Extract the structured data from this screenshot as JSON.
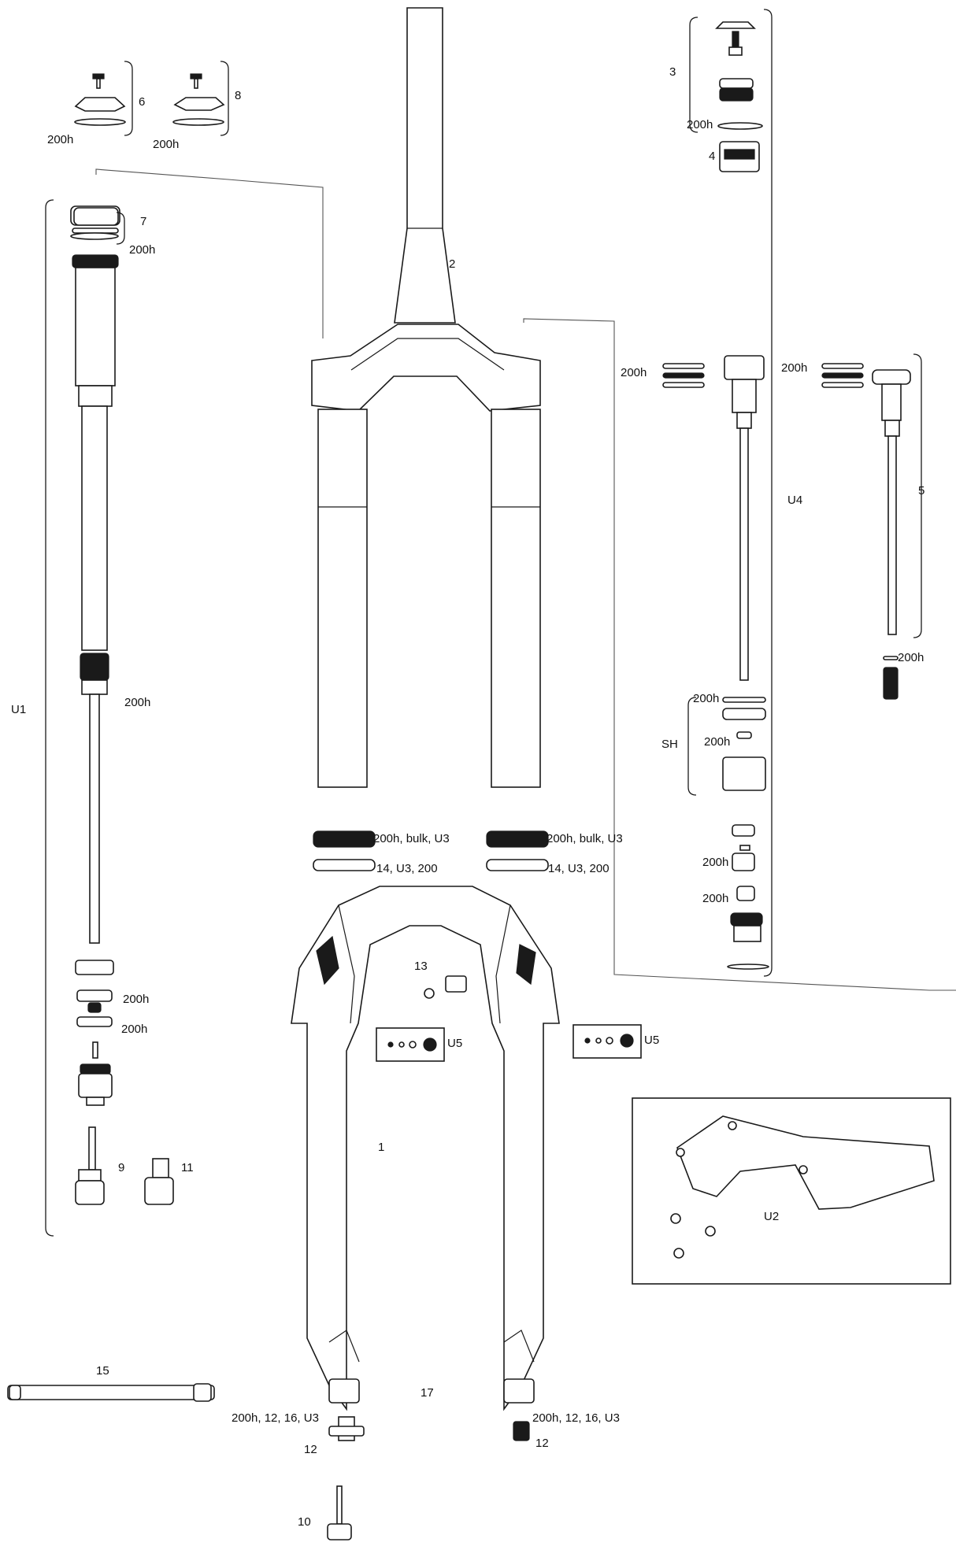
{
  "labels": {
    "n1": "1",
    "n2": "2",
    "n3": "3",
    "n4": "4",
    "n5": "5",
    "n6": "6",
    "n7": "7",
    "n8": "8",
    "n9": "9",
    "n10": "10",
    "n11": "11",
    "n12a": "12",
    "n12b": "12",
    "n13": "13",
    "n14a": "14, U3, 200",
    "n14b": "14, U3, 200",
    "n15": "15",
    "n17": "17",
    "u1": "U1",
    "u2": "U2",
    "u4": "U4",
    "u5a": "U5",
    "u5b": "U5",
    "sh": "SH",
    "h6": "200h",
    "h8": "200h",
    "h7": "200h",
    "h3": "200h",
    "hu1": "200h",
    "hd1": "200h",
    "hd2": "200h",
    "hs1": "200h",
    "hs2": "200h",
    "hu4a": "200h",
    "hsh1": "200h",
    "hsh2": "200h",
    "hb1": "200h",
    "hb2": "200h",
    "h5": "200h",
    "bulk1": "200h, bulk, U3",
    "bulk2": "200h, bulk, U3",
    "axle1": "200h, 12, 16, U3",
    "axle2": "200h, 12, 16, U3"
  }
}
